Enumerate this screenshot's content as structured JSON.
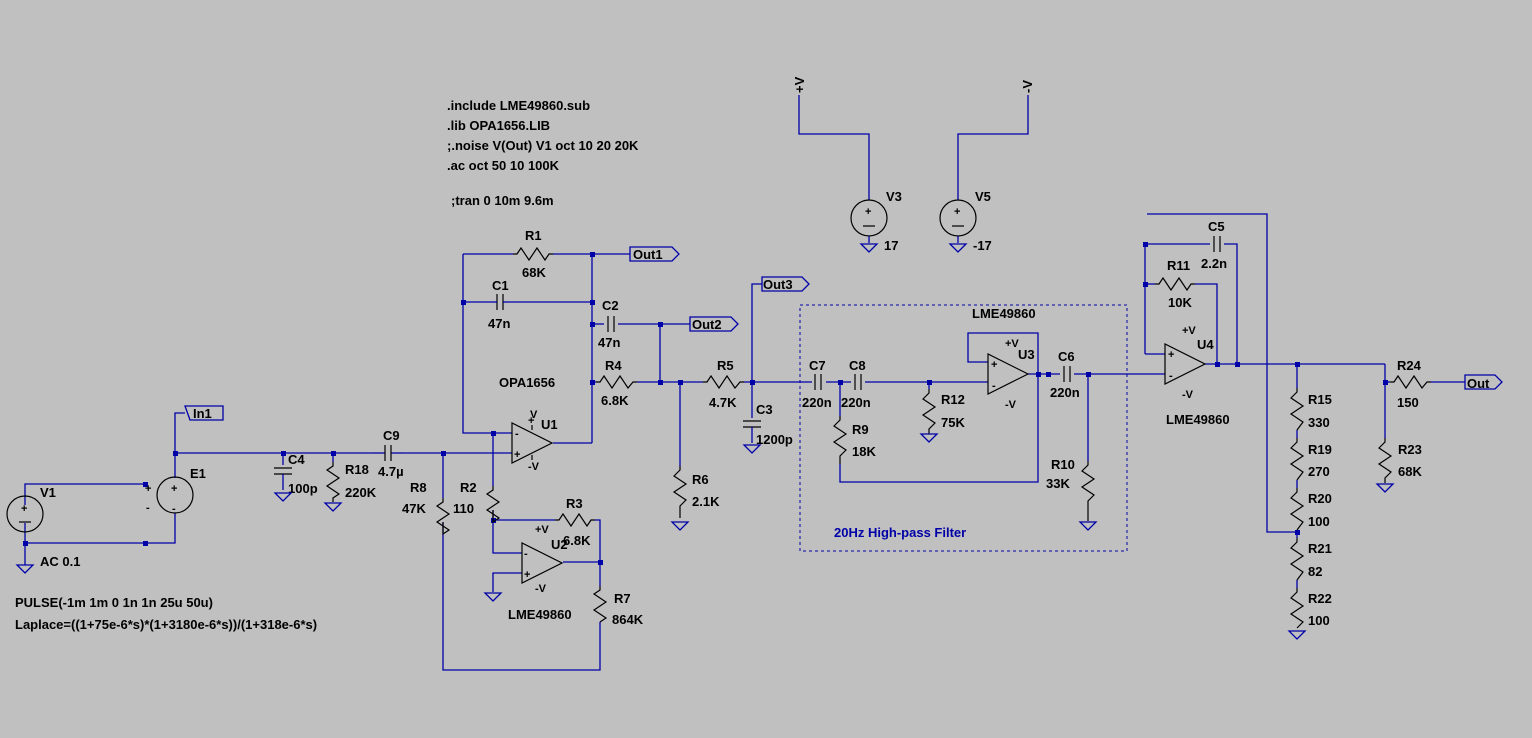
{
  "directives": [
    ".include LME49860.sub",
    ".lib OPA1656.LIB",
    ";.noise V(Out) V1 oct 10 20 20K",
    ".ac oct 50 10 100K",
    ";tran 0 10m 9.6m"
  ],
  "source_notes": {
    "pulse": "PULSE(-1m 1m 0 1n 1n 25u 50u)",
    "laplace": "Laplace=((1+75e-6*s)*(1+3180e-6*s))/(1+318e-6*s)"
  },
  "filter_label": "20Hz High-pass Filter",
  "net_labels": {
    "in1": "In1",
    "out1": "Out1",
    "out2": "Out2",
    "out3": "Out3",
    "out": "Out",
    "vplus": "+V",
    "vminus": "-V"
  },
  "sources": {
    "V1": {
      "name": "V1",
      "value": "AC 0.1"
    },
    "E1": {
      "name": "E1"
    },
    "V3": {
      "name": "V3",
      "value": "17"
    },
    "V5": {
      "name": "V5",
      "value": "-17"
    }
  },
  "opamps": {
    "U1": {
      "name": "U1",
      "model": "OPA1656"
    },
    "U2": {
      "name": "U2",
      "model": "LME49860"
    },
    "U3": {
      "name": "U3",
      "model": "LME49860"
    },
    "U4": {
      "name": "U4",
      "model": "LME49860"
    }
  },
  "resistors": {
    "R1": {
      "name": "R1",
      "value": "68K"
    },
    "R2": {
      "name": "R2",
      "value": "110"
    },
    "R3": {
      "name": "R3",
      "value": "6.8K"
    },
    "R4": {
      "name": "R4",
      "value": "6.8K"
    },
    "R5": {
      "name": "R5",
      "value": "4.7K"
    },
    "R6": {
      "name": "R6",
      "value": "2.1K"
    },
    "R7": {
      "name": "R7",
      "value": "864K"
    },
    "R8": {
      "name": "R8",
      "value": "47K"
    },
    "R9": {
      "name": "R9",
      "value": "18K"
    },
    "R10": {
      "name": "R10",
      "value": "33K"
    },
    "R11": {
      "name": "R11",
      "value": "10K"
    },
    "R12": {
      "name": "R12",
      "value": "75K"
    },
    "R15": {
      "name": "R15",
      "value": "330"
    },
    "R18": {
      "name": "R18",
      "value": "220K"
    },
    "R19": {
      "name": "R19",
      "value": "270"
    },
    "R20": {
      "name": "R20",
      "value": "100"
    },
    "R21": {
      "name": "R21",
      "value": "82"
    },
    "R22": {
      "name": "R22",
      "value": "100"
    },
    "R23": {
      "name": "R23",
      "value": "68K"
    },
    "R24": {
      "name": "R24",
      "value": "150"
    }
  },
  "capacitors": {
    "C1": {
      "name": "C1",
      "value": "47n"
    },
    "C2": {
      "name": "C2",
      "value": "47n"
    },
    "C3": {
      "name": "C3",
      "value": "1200p"
    },
    "C4": {
      "name": "C4",
      "value": "100p"
    },
    "C5": {
      "name": "C5",
      "value": "2.2n"
    },
    "C6": {
      "name": "C6",
      "value": "220n"
    },
    "C7": {
      "name": "C7",
      "value": "220n"
    },
    "C8": {
      "name": "C8",
      "value": "220n"
    },
    "C9": {
      "name": "C9",
      "value": "4.7µ"
    }
  },
  "colors": {
    "background": "#c0c0c0",
    "wire": "#0000a8",
    "component": "#000000",
    "filter_box": "#0000a8"
  }
}
